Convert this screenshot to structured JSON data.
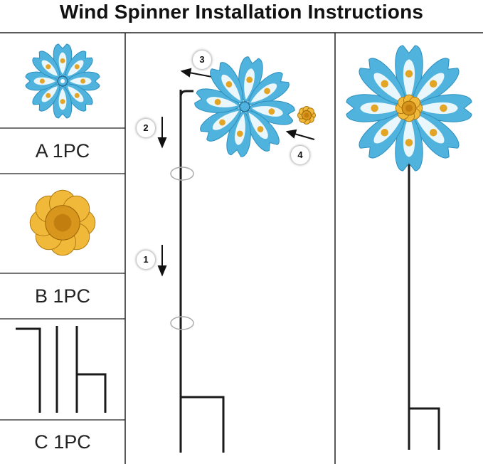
{
  "title": "Wind Spinner Installation Instructions",
  "parts": [
    {
      "label": "A 1PC"
    },
    {
      "label": "B 1PC"
    },
    {
      "label": "C 1PC"
    }
  ],
  "steps": [
    "1",
    "2",
    "3",
    "4"
  ],
  "colors": {
    "petal": "#4fb3de",
    "petal_dark": "#2c8fbf",
    "gold": "#e2a526",
    "stake": "#1a1a1a",
    "grid": "#222222"
  }
}
